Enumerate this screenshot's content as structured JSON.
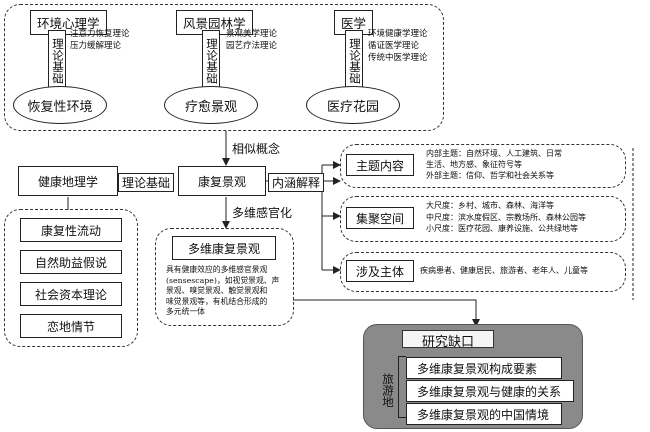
{
  "top": {
    "columns": [
      {
        "title": "环境心理学",
        "basis": "理论基础",
        "theories": "注意力恢复理论\n压力缓解理论",
        "result": "恢复性环境"
      },
      {
        "title": "风景园林学",
        "basis": "理论基础",
        "theories": "景观美学理论\n园艺疗法理论",
        "result": "疗愈景观"
      },
      {
        "title": "医学",
        "basis": "理论基础",
        "theories": "环境健康学理论\n循证医学理论\n传统中医学理论",
        "result": "医疗花园"
      }
    ]
  },
  "similar_concept": "相似概念",
  "health_geography": "健康地理学",
  "theory_basis": "理论基础",
  "restorative_landscape": "康复景观",
  "connotation": "内涵解释",
  "multisensory": "多维感官化",
  "left_list": [
    "康复性流动",
    "自然助益假说",
    "社会资本理论",
    "恋地情节"
  ],
  "multi_box": {
    "title": "多维康复景观",
    "desc": "具有健康效应的多维感官景观\n(sensescape)，如视觉景观、声\n景观、嗅觉景观、触觉景观和\n味觉景观等，有机结合形成的\n多元统一体"
  },
  "right": [
    {
      "label": "主题内容",
      "text": "内部主题：自然环境、人工建筑、日常\n生活、地方感、象征符号等\n外部主题：信仰、哲学和社会关系等"
    },
    {
      "label": "集聚空间",
      "text": "大尺度：乡村、城市、森林、海洋等\n中尺度：滨水度假区、宗教场所、森林公园等\n小尺度：医疗花园、康养设施、公共绿地等"
    },
    {
      "label": "涉及主体",
      "text": "疾病患者、健康居民、旅游者、老年人、儿童等"
    }
  ],
  "research_gap": {
    "title": "研究缺口",
    "side": "旅游地",
    "items": [
      "多维康复景观构成要素",
      "多维康复景观与健康的关系",
      "多维康复景观的中国情境"
    ]
  }
}
